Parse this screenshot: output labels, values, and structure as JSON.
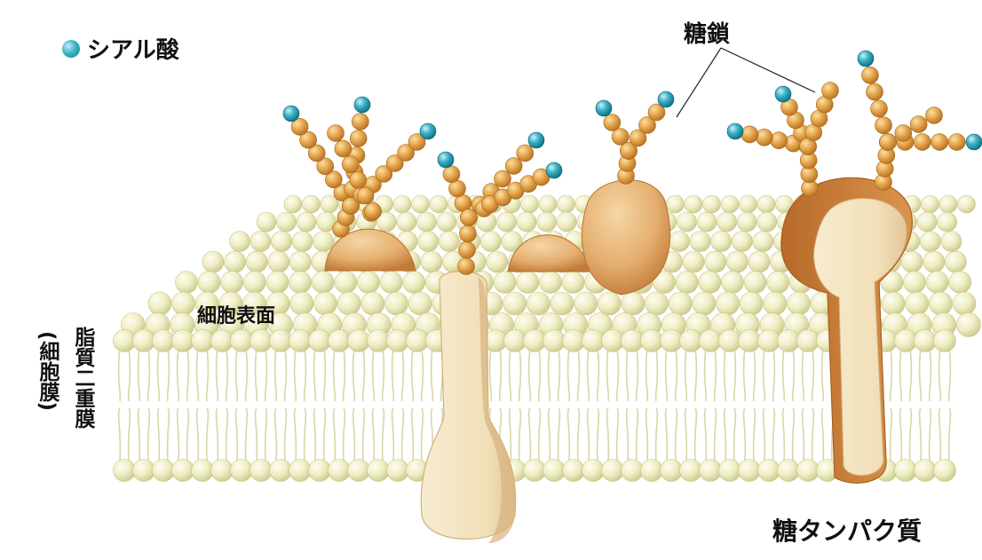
{
  "legend": {
    "icon": "sialic-acid-sphere",
    "label": "シアル酸"
  },
  "labels": {
    "sugar_chain": "糖鎖",
    "cell_surface": "細胞表面",
    "lipid_bilayer": "脂質二重膜",
    "cell_membrane": "(細胞膜)",
    "glycoprotein": "糖タンパク質"
  },
  "colors": {
    "lipid_head": "#efeec4",
    "lipid_head_shade": "#d6d49c",
    "lipid_tail": "#d8d6a6",
    "sugar_bead": "#e2a34a",
    "sugar_bead_light": "#f7d58f",
    "sialic_acid": "#2fa6bd",
    "protein": "#e8b77a",
    "protein_dark": "#c67c3a",
    "protein_light": "#f5e8c4"
  }
}
